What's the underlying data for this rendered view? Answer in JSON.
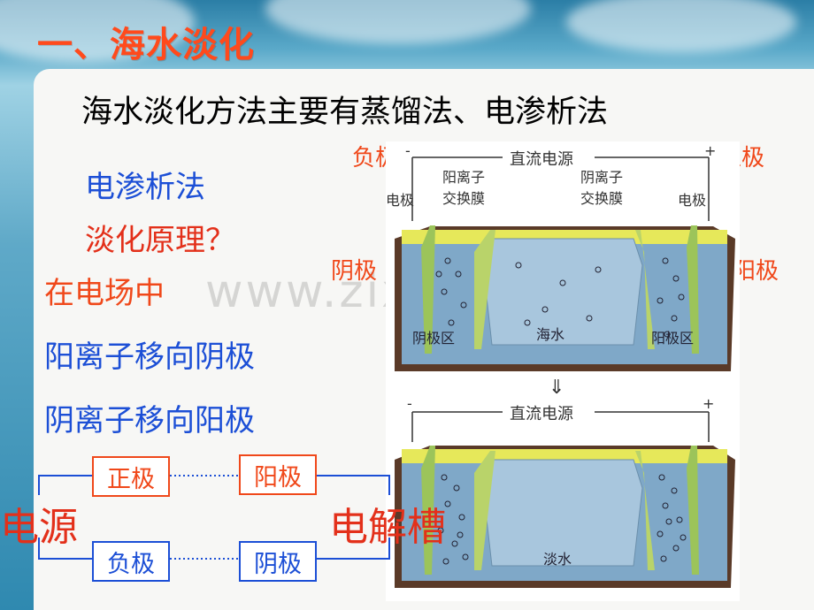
{
  "title": "一、海水淡化",
  "subtitle": "海水淡化方法主要有蒸馏法、电渗析法",
  "method": "电渗析法",
  "question": "淡化原理？",
  "line1": "在电场中",
  "line2": "阳离子移向阴极",
  "line3": "阴离子移向阳极",
  "diagram": {
    "neg_pole": "负极",
    "pos_pole": "正极",
    "cathode": "阴极",
    "anode": "阳极",
    "dc_power": "直流电源",
    "minus": "-",
    "plus": "+",
    "electrode": "电极",
    "cation_membrane_1": "阳离子",
    "cation_membrane_2": "交换膜",
    "anion_membrane_1": "阴离子",
    "anion_membrane_2": "交换膜",
    "cathode_zone": "阴极区",
    "anode_zone": "阳极区",
    "seawater": "海水",
    "fresh_water": "淡水",
    "arrow": "⇓"
  },
  "circuit": {
    "source": "电源",
    "cell": "电解槽",
    "pos": "正极",
    "anode": "阳极",
    "neg": "负极",
    "cathode": "阴极"
  },
  "watermark": "www.zix",
  "colors": {
    "title": "#ff4a1c",
    "blue_text": "#1c4fd6",
    "red_text": "#f0481a"
  }
}
